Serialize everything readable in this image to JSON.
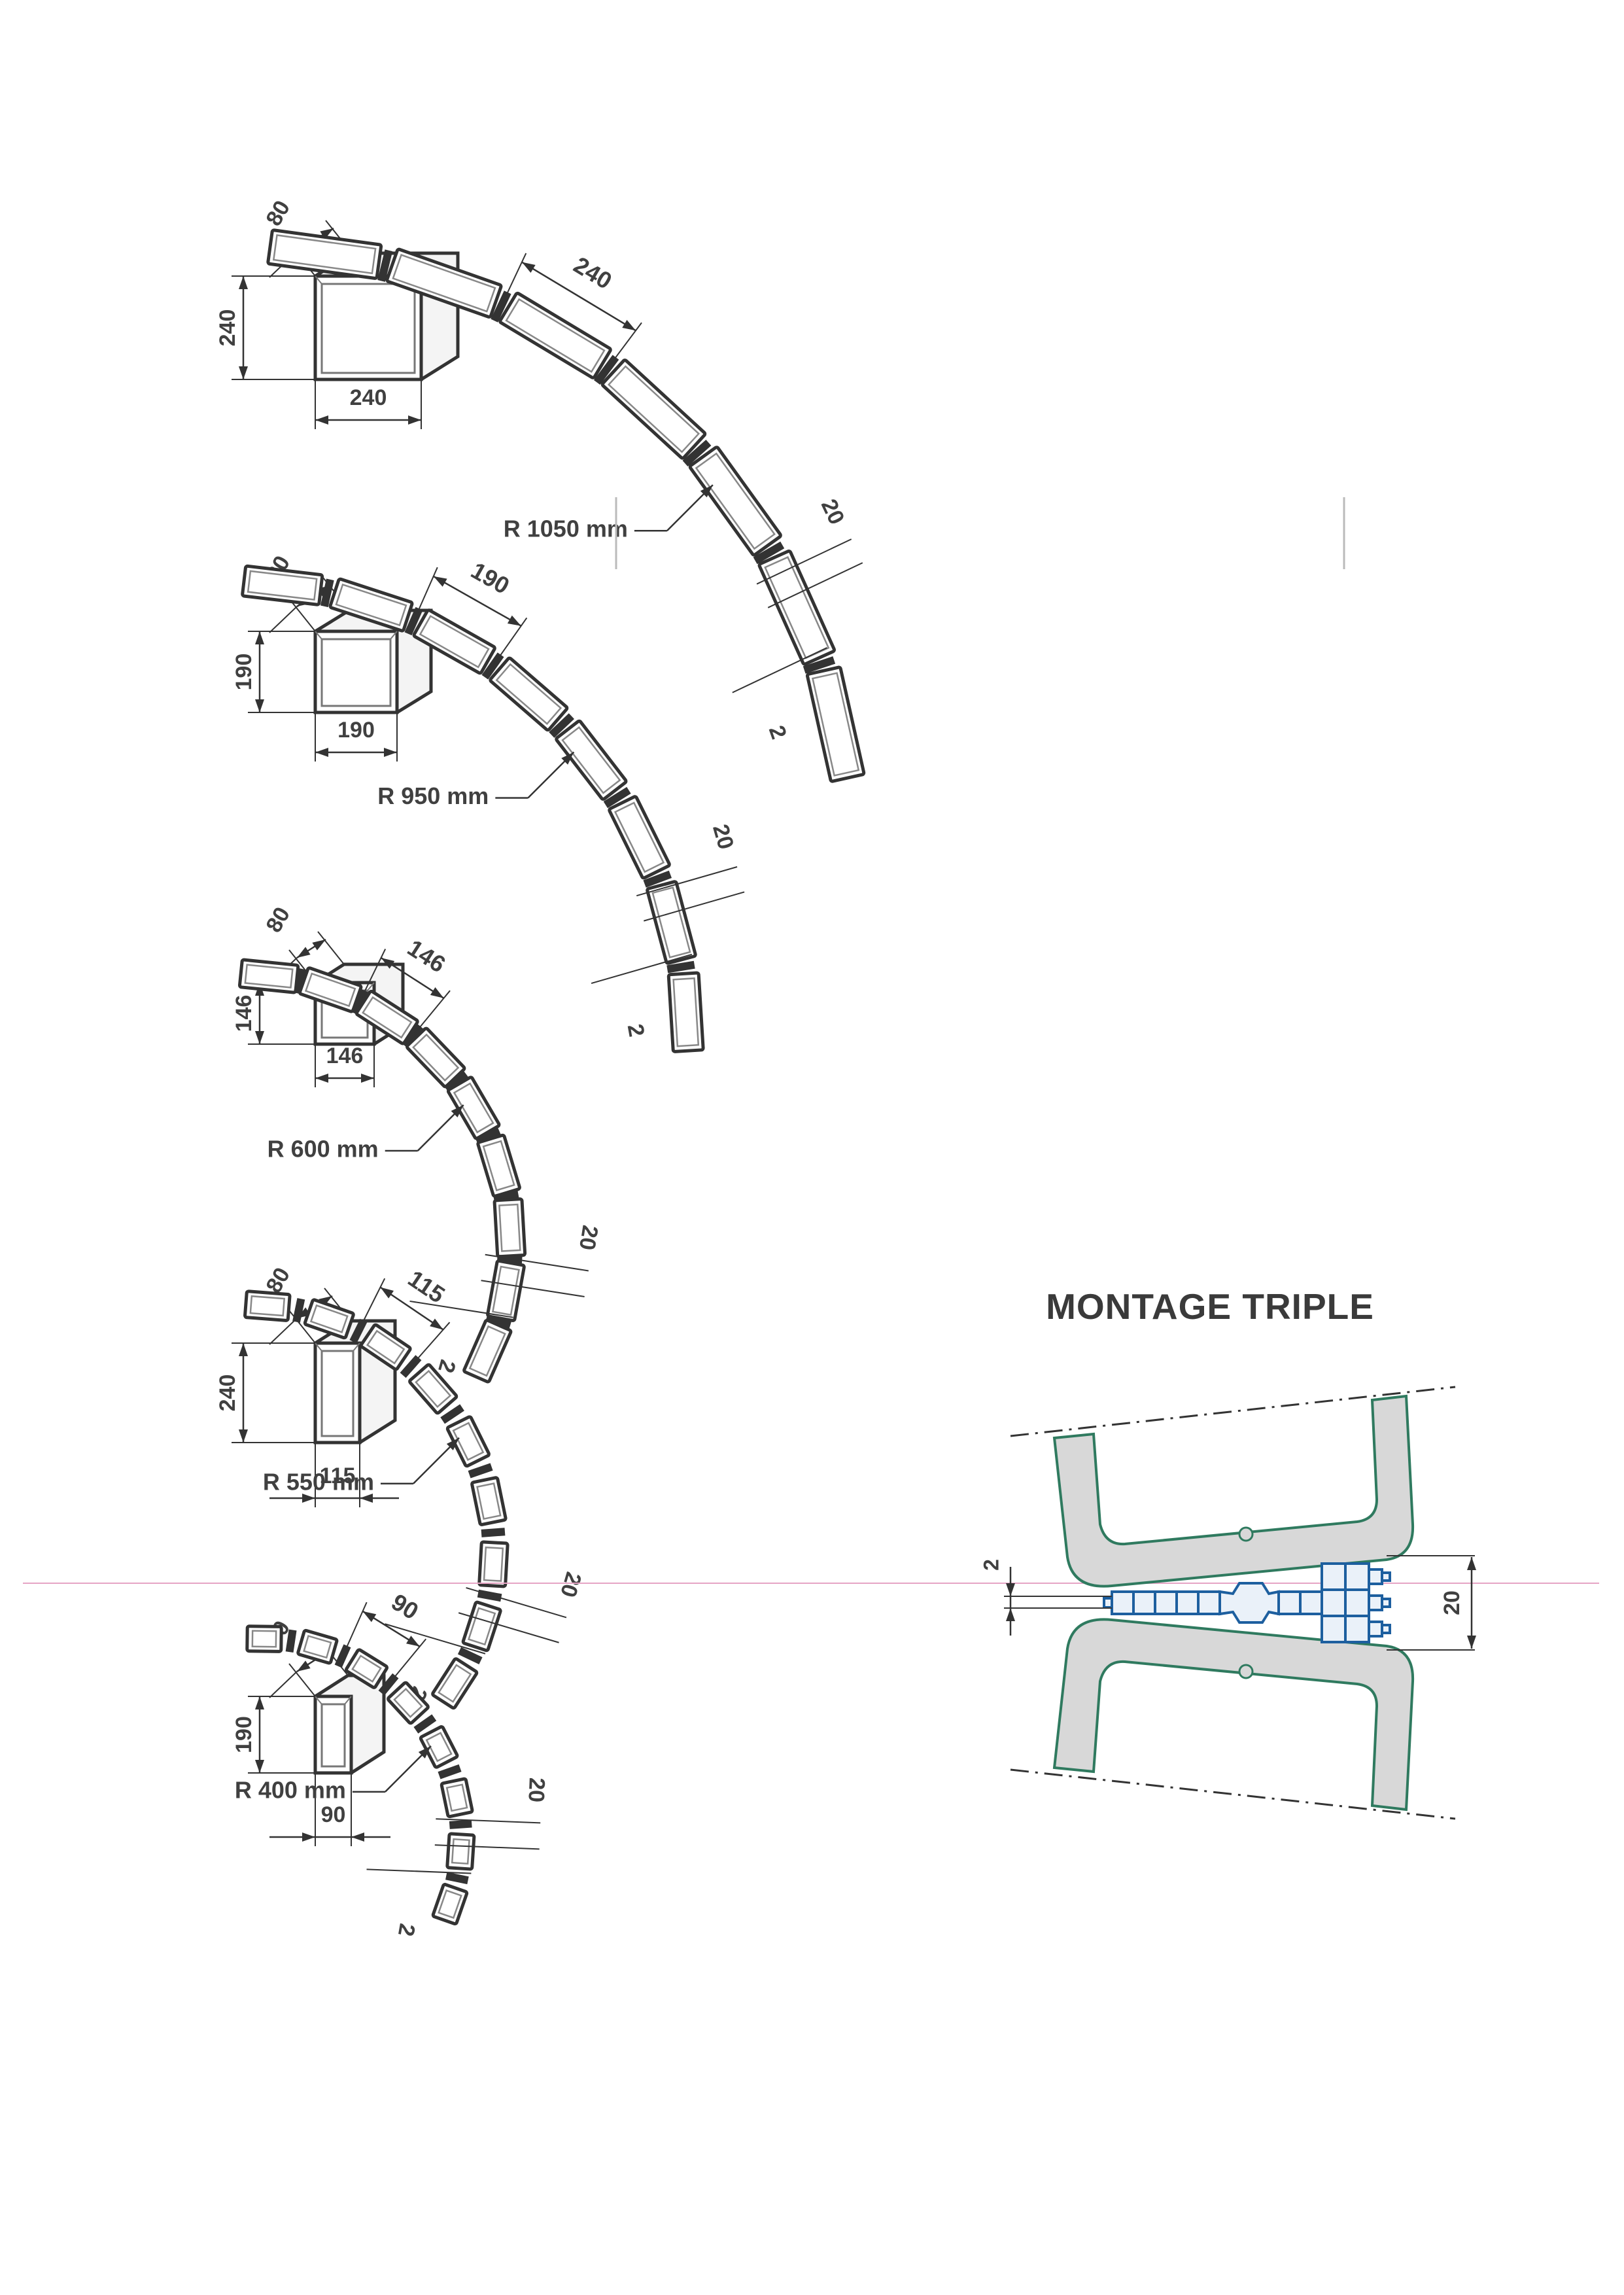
{
  "title": "MONTAGE TRIPLE",
  "colors": {
    "line": "#333333",
    "spacer": "#1d5f9f",
    "frame": "#2f7a5f",
    "frame_fill": "#d8d8d8",
    "pink_line": "#e6a4c4"
  },
  "spacer_arrays": [
    {
      "depth": "80",
      "height": "240",
      "width": "240",
      "radius": "R 1050 mm",
      "segment": "240",
      "gap": "20",
      "joint": "2"
    },
    {
      "depth": "80",
      "height": "190",
      "width": "190",
      "radius": "R 950 mm",
      "segment": "190",
      "gap": "20",
      "joint": "2"
    },
    {
      "depth": "80",
      "height": "146",
      "width": "146",
      "radius": "R 600 mm",
      "segment": "146",
      "gap": "20",
      "joint": "2"
    },
    {
      "depth": "80",
      "height": "240",
      "width": "115",
      "radius": "R 550 mm",
      "segment": "115",
      "gap": "20",
      "joint": "2"
    },
    {
      "depth": "80",
      "height": "190",
      "width": "90",
      "radius": "R 400 mm",
      "segment": "90",
      "gap": "20",
      "joint": "2"
    }
  ],
  "montage": {
    "joint": "2",
    "gap": "20"
  }
}
